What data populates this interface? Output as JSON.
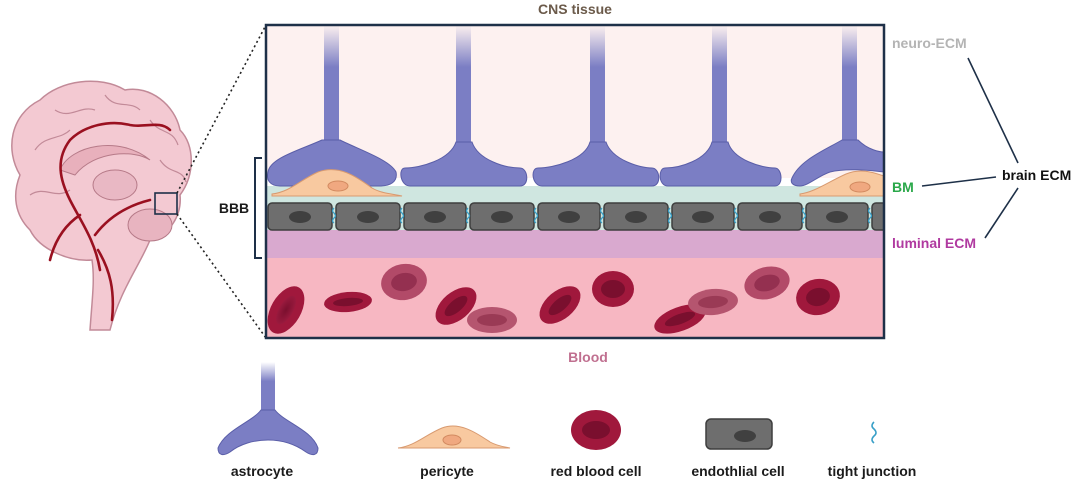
{
  "labels": {
    "top": "CNS tissue",
    "bottom": "Blood",
    "bbb": "BBB",
    "neuro_ecm": "neuro-ECM",
    "bm": "BM",
    "luminal_ecm": "luminal ECM",
    "brain_ecm": "brain ECM"
  },
  "legend": [
    {
      "label": "astrocyte"
    },
    {
      "label": "pericyte"
    },
    {
      "label": "red blood cell"
    },
    {
      "label": "endothlial cell"
    },
    {
      "label": "tight junction"
    }
  ],
  "colors": {
    "tissue_bg": "#fdf1f0",
    "astrocyte": "#7b7ec4",
    "pericyte": "#f8c9a0",
    "basement_membrane": "#cfe6e0",
    "endothelial": "#6e6e6e",
    "luminal_ecm": "#d9a9cf",
    "blood_bg": "#f7b7c2",
    "rbc": "#a0183c",
    "tight_junction": "#3aa0c8",
    "label_grey": "#b4b4b4",
    "label_green": "#2aa84a",
    "label_magenta": "#b03aa0",
    "label_blood": "#c07090",
    "label_top": "#6b5a4a"
  }
}
